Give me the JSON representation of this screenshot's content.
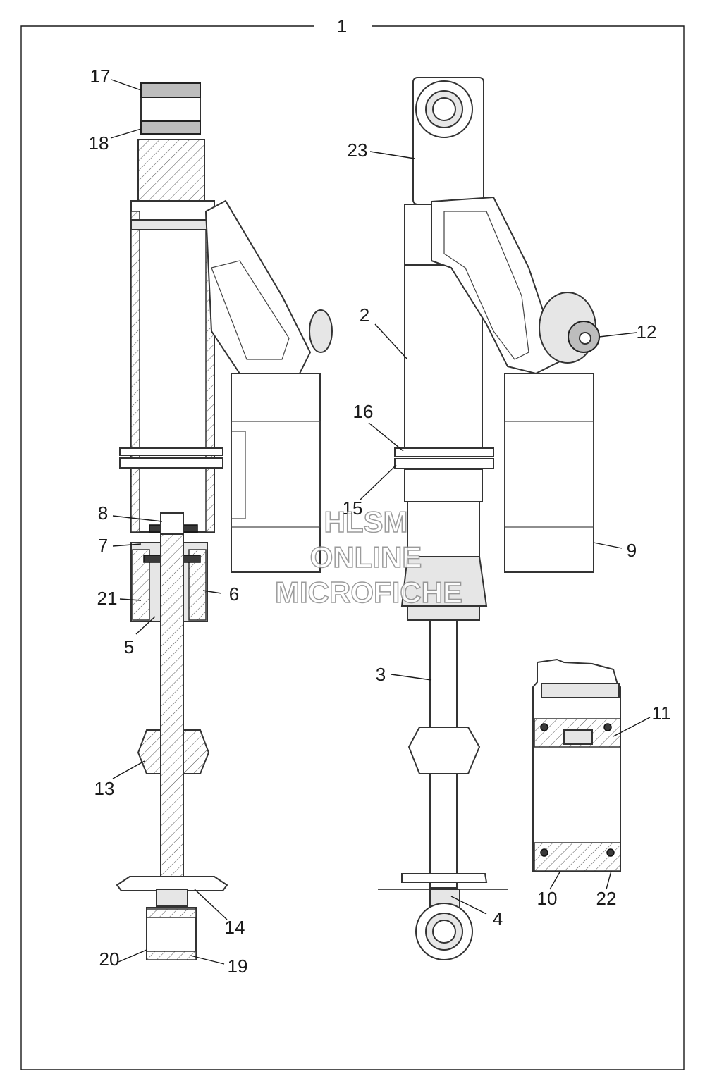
{
  "title_number": "1",
  "watermark": {
    "line1": "HLSM",
    "line2": "ONLINE",
    "line3": "MICROFICHE"
  },
  "callouts": [
    {
      "id": "c17",
      "text": "17"
    },
    {
      "id": "c18",
      "text": "18"
    },
    {
      "id": "c8",
      "text": "8"
    },
    {
      "id": "c7",
      "text": "7"
    },
    {
      "id": "c21",
      "text": "21"
    },
    {
      "id": "c5",
      "text": "5"
    },
    {
      "id": "c6",
      "text": "6"
    },
    {
      "id": "c13",
      "text": "13"
    },
    {
      "id": "c14",
      "text": "14"
    },
    {
      "id": "c20",
      "text": "20"
    },
    {
      "id": "c19",
      "text": "19"
    },
    {
      "id": "c23",
      "text": "23"
    },
    {
      "id": "c2",
      "text": "2"
    },
    {
      "id": "c16",
      "text": "16"
    },
    {
      "id": "c15",
      "text": "15"
    },
    {
      "id": "c12",
      "text": "12"
    },
    {
      "id": "c9",
      "text": "9"
    },
    {
      "id": "c3",
      "text": "3"
    },
    {
      "id": "c4",
      "text": "4"
    },
    {
      "id": "c11",
      "text": "11"
    },
    {
      "id": "c10",
      "text": "10"
    },
    {
      "id": "c22",
      "text": "22"
    }
  ]
}
